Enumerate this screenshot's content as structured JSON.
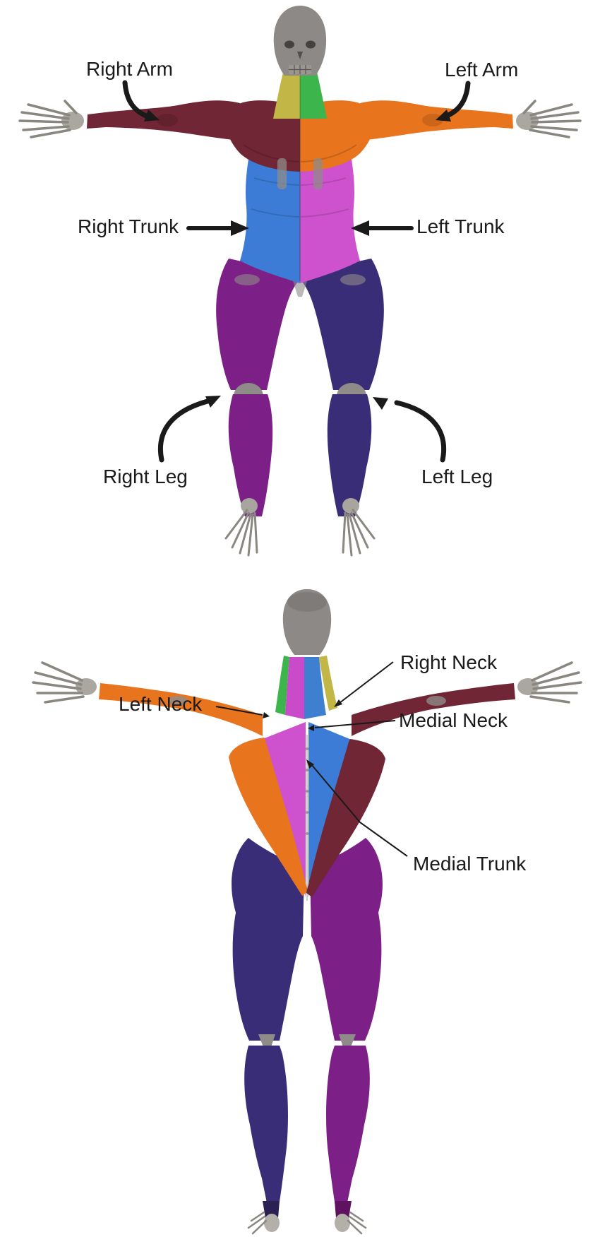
{
  "labels": {
    "right_arm": "Right Arm",
    "left_arm": "Left Arm",
    "right_trunk": "Right Trunk",
    "left_trunk": "Left Trunk",
    "right_leg": "Right Leg",
    "left_leg": "Left Leg",
    "right_neck": "Right Neck",
    "left_neck": "Left Neck",
    "medial_neck": "Medial Neck",
    "medial_trunk": "Medial Trunk"
  },
  "colors": {
    "right_arm": "#702634",
    "left_arm": "#E8741E",
    "right_trunk": "#3D7CD6",
    "left_trunk": "#CE52CE",
    "right_leg": "#7C1F86",
    "left_leg": "#3A2D78",
    "left_neck_green": "#3CB54D",
    "right_neck_yellow": "#C2B647",
    "medial_neck_magenta": "#C94BC9",
    "medial_neck_blue": "#3E7FD0",
    "head_gray": "#8D8986",
    "bone_gray": "#A8A49E",
    "bone_stroke": "#8A8680",
    "annotation": "#1A1A1A"
  }
}
